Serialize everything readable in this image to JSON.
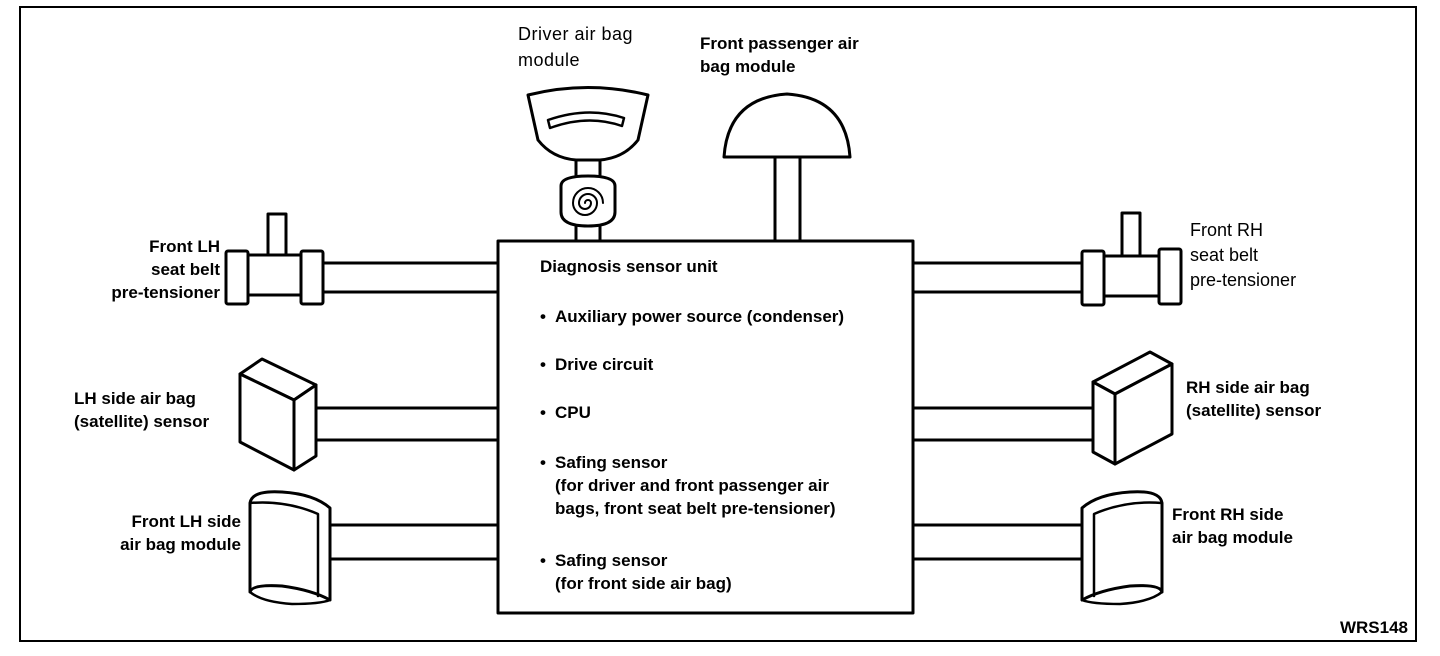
{
  "central_unit": {
    "title": "Diagnosis sensor unit",
    "items": [
      {
        "lines": [
          "Auxiliary power source (condenser)"
        ]
      },
      {
        "lines": [
          "Drive circuit"
        ]
      },
      {
        "lines": [
          "CPU"
        ]
      },
      {
        "lines": [
          "Safing sensor",
          "(for driver and front passenger air",
          "bags, front seat belt pre-tensioner)"
        ]
      },
      {
        "lines": [
          "Safing sensor",
          "(for front side air bag)"
        ]
      }
    ]
  },
  "components": {
    "driver_air_bag": [
      "Driver air bag",
      "module"
    ],
    "passenger_air_bag": [
      "Front passenger air",
      "bag module"
    ],
    "lh_pretensioner": [
      "Front LH",
      "seat belt",
      "pre-tensioner"
    ],
    "rh_pretensioner": [
      "Front RH",
      "seat belt",
      "pre-tensioner"
    ],
    "lh_side_sensor": [
      "LH side air bag",
      "(satellite) sensor"
    ],
    "rh_side_sensor": [
      "RH side air bag",
      "(satellite) sensor"
    ],
    "lh_side_module": [
      "Front LH side",
      "air bag module"
    ],
    "rh_side_module": [
      "Front RH side",
      "air bag module"
    ]
  },
  "figure_code": "WRS148"
}
